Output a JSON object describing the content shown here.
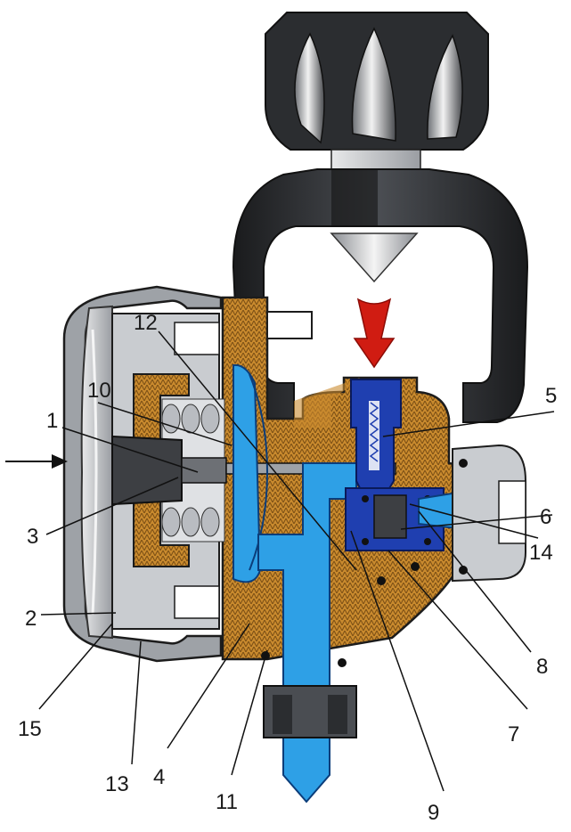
{
  "diagram": {
    "callouts": [
      "1",
      "2",
      "3",
      "4",
      "5",
      "6",
      "7",
      "8",
      "9",
      "10",
      "11",
      "12",
      "13",
      "14",
      "15"
    ]
  },
  "colors": {
    "brass": "#c98a2e",
    "brass_dark": "#8a5a18",
    "blue": "#1f3fb0",
    "light_blue": "#2ea0e6",
    "metal": "#c9ccd0",
    "metal_dark": "#7d8188",
    "knob": "#2b2d30",
    "arrow_red": "#d01c12",
    "outline": "#1c1c1c"
  }
}
